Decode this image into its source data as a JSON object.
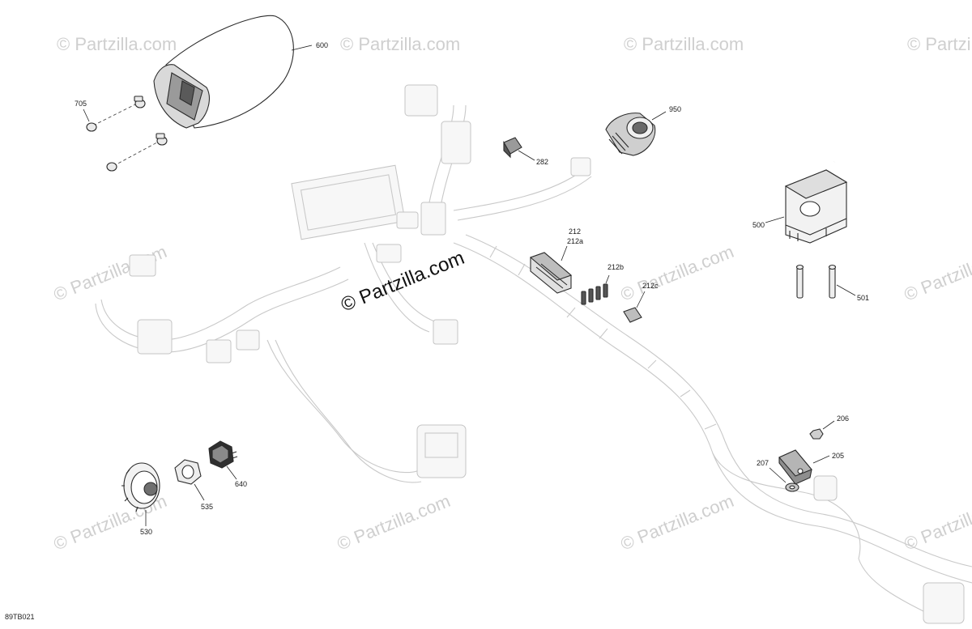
{
  "watermark": "© Partzilla.com",
  "main_watermark": "© Partzilla.com",
  "figure_code": "89TB021",
  "callouts": {
    "c600": "600",
    "c705": "705",
    "c950": "950",
    "c282": "282",
    "c500": "500",
    "c212": "212",
    "c212a": "212a",
    "c212b": "212b",
    "c212c": "212c",
    "c501": "501",
    "c206": "206",
    "c205": "205",
    "c207": "207",
    "c640": "640",
    "c535": "535",
    "c530": "530"
  }
}
